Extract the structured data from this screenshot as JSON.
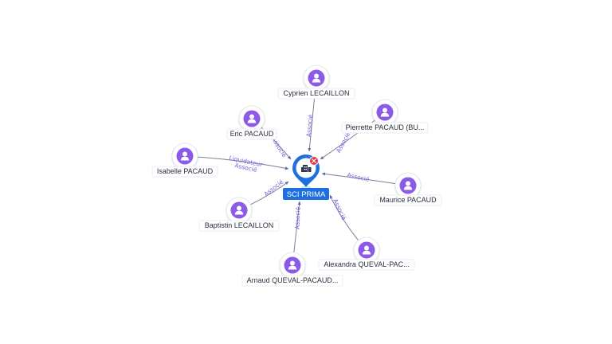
{
  "center": {
    "label": "SCI PRIMA",
    "icon": "building-icon",
    "badge_icon": "close-icon",
    "pin_color": "#1e6fe0",
    "badge_color": "#e5334b"
  },
  "colors": {
    "person_icon": "#8c5ae8",
    "edge_label": "#6d62d8"
  },
  "people": [
    {
      "name": "Cyprien LECAILLON",
      "relations": [
        "Associé"
      ]
    },
    {
      "name": "Pierrette PACAUD (BU...",
      "relations": [
        "Associé"
      ]
    },
    {
      "name": "Eric PACAUD",
      "relations": [
        "Associé"
      ]
    },
    {
      "name": "Isabelle PACAUD",
      "relations": [
        "Liquidateur",
        "Associé"
      ]
    },
    {
      "name": "Maurice PACAUD",
      "relations": [
        "Associé"
      ]
    },
    {
      "name": "Baptistin LECAILLON",
      "relations": [
        "Associé"
      ]
    },
    {
      "name": "Alexandra QUEVAL-PAC...",
      "relations": [
        "Associé"
      ]
    },
    {
      "name": "Arnaud QUEVAL-PACAUD...",
      "relations": [
        "Associé"
      ]
    }
  ]
}
